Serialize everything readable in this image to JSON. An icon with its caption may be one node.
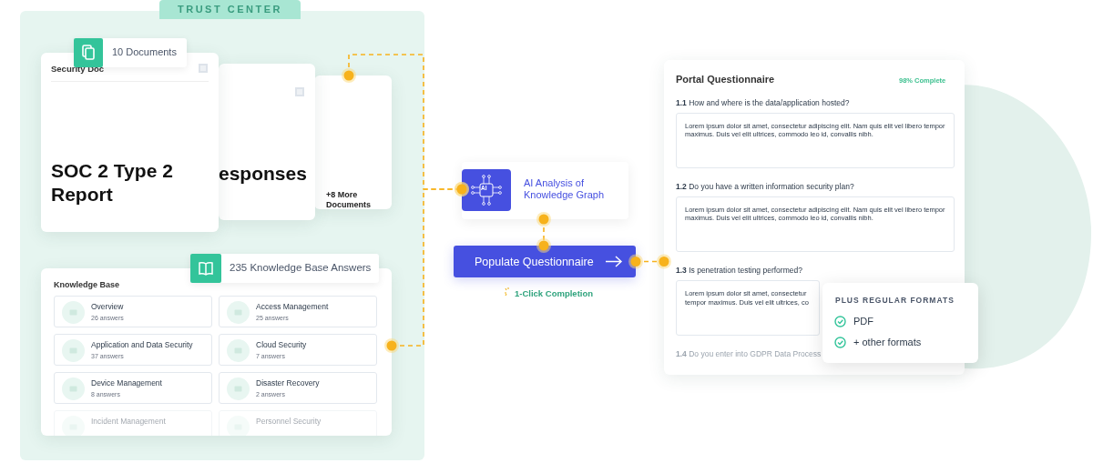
{
  "diagram": {
    "nodes": [
      {
        "text": [
          "TRUST CENTER"
        ]
      },
      {
        "text": [
          "10 Documents"
        ],
        "in": 0
      },
      {
        "text": [
          "Security Doc",
          "SOC 2 Type 2 Report"
        ],
        "in": 0
      },
      {
        "text": [
          "esponses"
        ],
        "in": 0
      },
      {
        "text": [
          "+8 More Documents"
        ],
        "in": 0
      },
      {
        "text": [
          "235 Knowledge Base Answers"
        ],
        "in": 0
      },
      {
        "text": [
          "Knowledge Base"
        ],
        "in": 0
      },
      {
        "text": [
          "Overview",
          "26 answers"
        ],
        "in": 6
      },
      {
        "text": [
          "Access Management",
          "25 answers"
        ],
        "in": 6
      },
      {
        "text": [
          "Application and Data Security",
          "37 answers"
        ],
        "in": 6
      },
      {
        "text": [
          "Cloud Security",
          "7 answers"
        ],
        "in": 6
      },
      {
        "text": [
          "Device Management",
          "8 answers"
        ],
        "in": 6
      },
      {
        "text": [
          "Disaster Recovery",
          "2 answers"
        ],
        "in": 6
      },
      {
        "text": [
          "Incident Management"
        ],
        "in": 6
      },
      {
        "text": [
          "Personnel Security"
        ],
        "in": 6
      },
      {
        "text": [
          "AI",
          "AI Analysis of Knowledge Graph"
        ]
      },
      {
        "text": [
          "Populate Questionnaire"
        ],
        "beside": [
          "1-Click Completion"
        ]
      },
      {
        "text": [
          "Portal Questionnaire",
          "98% Complete",
          "**1.1** How and where is the data/application hosted?",
          "**1.2** Do you have a written information security plan?",
          "**1.3** Is penetration testing performed?",
          "**1.4** Do you enter into GDPR Data Process"
        ]
      },
      {
        "text": [
          "Lorem ipsum dolor sit amet, consectetur adipiscing elit. Nam quis elit vel libero tempor maximus. Duis vel elit ultrices, commodo leo id, convallis nibh."
        ],
        "in": 17
      },
      {
        "text": [
          "Lorem ipsum dolor sit amet, consectetur adipiscing elit. Nam quis elit vel libero tempor maximus. Duis vel elit ultrices, commodo leo id, convallis nibh."
        ],
        "in": 17
      },
      {
        "text": [
          "Lorem ipsum dolor sit amet, consectetur",
          "tempor maximus. Duis vel elit ultrices, co"
        ],
        "in": 17
      },
      {
        "text": [
          "PLUS REGULAR FORMATS",
          "PDF",
          "+ other formats"
        ]
      }
    ],
    "edges": [
      {
        "from": 4,
        "to": 15,
        "arrow": "other",
        "style": "dashed"
      },
      {
        "from": 6,
        "to": 15,
        "arrow": "other",
        "style": "dashed"
      },
      {
        "from": 15,
        "to": 16,
        "arrow": "other",
        "style": "dashed"
      },
      {
        "from": 16,
        "to": 17,
        "arrow": "other",
        "style": "dashed"
      }
    ]
  }
}
